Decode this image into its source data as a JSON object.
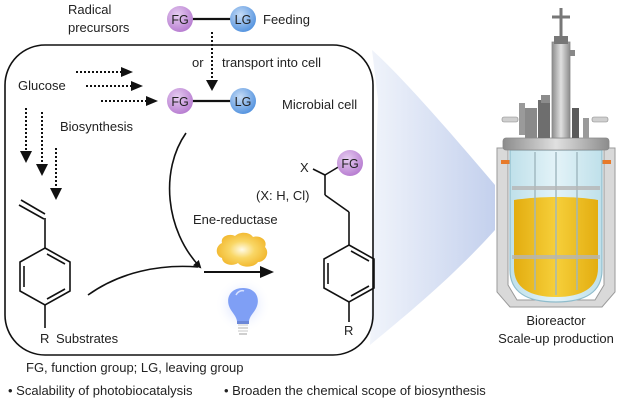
{
  "labels": {
    "radical_precursors_line1": "Radical",
    "radical_precursors_line2": "precursors",
    "feeding": "Feeding",
    "or": "or",
    "transport": "transport into cell",
    "glucose": "Glucose",
    "biosynthesis": "Biosynthesis",
    "microbial_cell": "Microbial cell",
    "ene_reductase": "Ene-reductase",
    "x_label": "X",
    "x_note": "(X: H, Cl)",
    "substrates": "Substrates",
    "r_substrate": "R",
    "r_product": "R",
    "bioreactor": "Bioreactor",
    "scale_up": "Scale-up production",
    "abbrev": "FG, function group; LG, leaving group",
    "bullet1": "• Scalability of photobiocatalysis",
    "bullet2": "• Broaden the chemical scope of biosynthesis"
  },
  "groups": {
    "fg": "FG",
    "lg": "LG"
  },
  "colors": {
    "fg_fill": "#c48fd8",
    "lg_fill": "#6fa8e6",
    "enzyme": "#f5c23a",
    "bulb": "#7fa0f5",
    "liquid": "#f1c21e",
    "zoom_cone": "#c9d4ee"
  }
}
